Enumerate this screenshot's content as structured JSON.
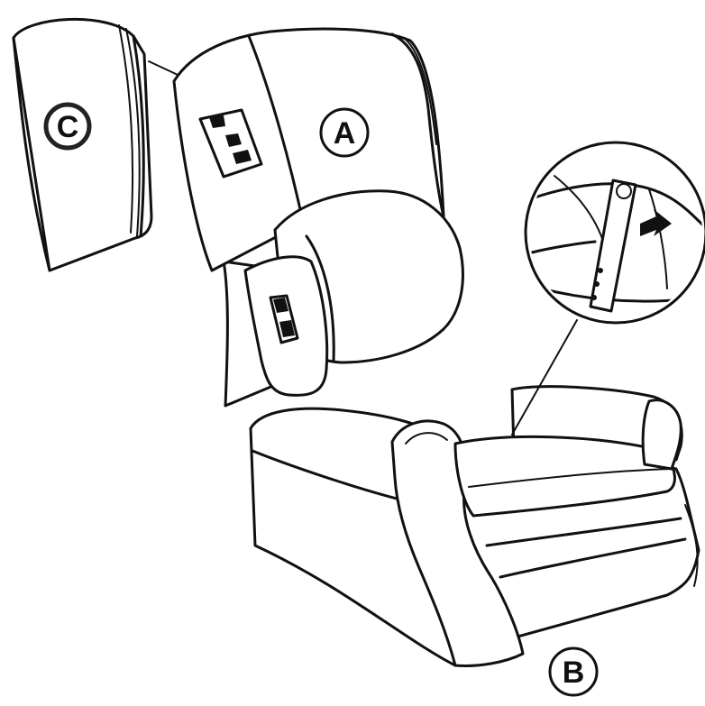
{
  "labels": {
    "back_cushion": "A",
    "seat_base": "B",
    "side_panel": "C"
  },
  "colors": {
    "line": "#111111",
    "background": "#ffffff"
  }
}
